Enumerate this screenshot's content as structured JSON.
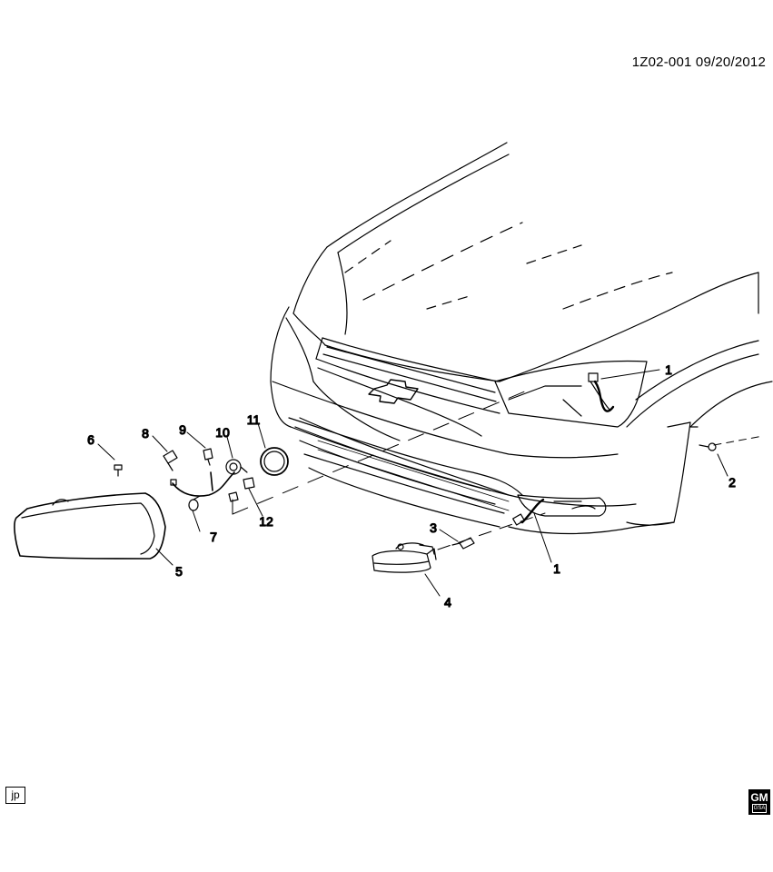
{
  "header": {
    "doc_id": "1Z02-001  09/20/2012"
  },
  "footer": {
    "tag": "jp",
    "logo": "GM",
    "logo_sub": "GSA"
  },
  "callouts": {
    "c1a": "1",
    "c1b": "1",
    "c2": "2",
    "c3": "3",
    "c4": "4",
    "c5": "5",
    "c6": "6",
    "c7": "7",
    "c8": "8",
    "c9": "9",
    "c10": "10",
    "c11": "11",
    "c12": "12"
  },
  "colors": {
    "line": "#000000",
    "background": "#ffffff"
  }
}
